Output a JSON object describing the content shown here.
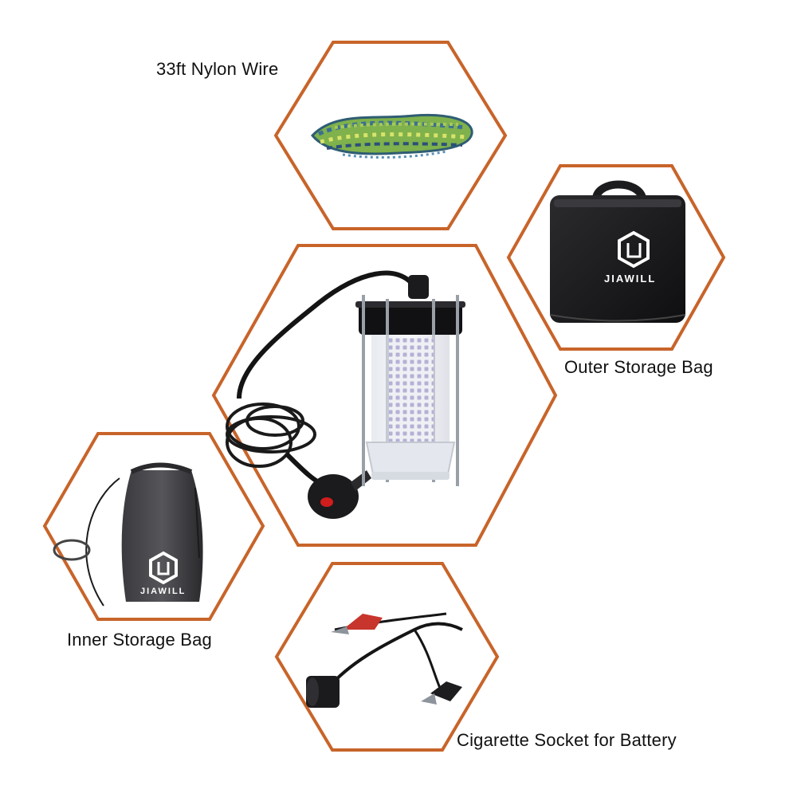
{
  "items": {
    "nylon_wire": {
      "label": "33ft Nylon Wire"
    },
    "outer_bag": {
      "label": "Outer Storage Bag",
      "brand": "JIAWILL"
    },
    "inner_bag": {
      "label": "Inner Storage Bag",
      "brand": "JIAWILL"
    },
    "socket": {
      "label": "Cigarette Socket for Battery"
    }
  },
  "colors": {
    "frame": "#c8642a",
    "background": "#ffffff"
  },
  "icons": {
    "brand_logo": "jiawill-shield-icon"
  }
}
